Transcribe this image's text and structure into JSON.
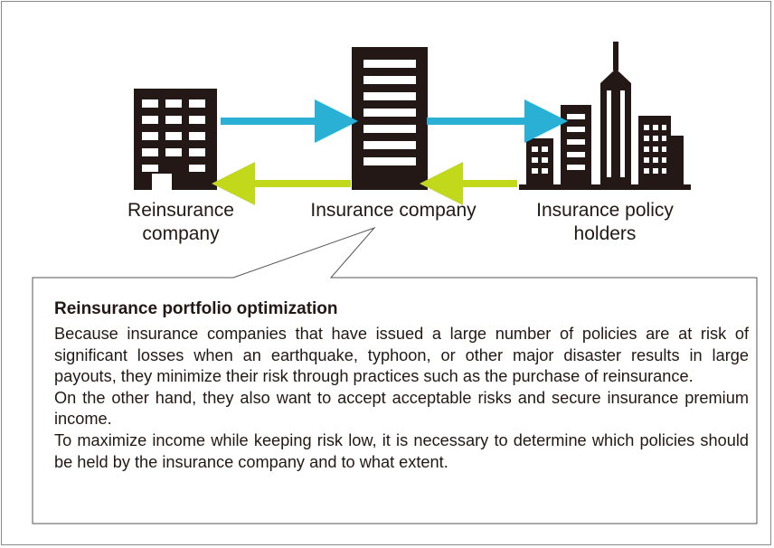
{
  "labels": {
    "reinsurer": [
      "Reinsurance",
      "company"
    ],
    "insurer": [
      "Insurance company"
    ],
    "holders": [
      "Insurance policy",
      "holders"
    ]
  },
  "icons": {
    "reinsurer": "office-building-icon",
    "insurer": "tall-office-tower-icon",
    "holders": "city-skyline-icon"
  },
  "arrows": {
    "forward_color": "#2ab0d4",
    "backward_color": "#c2d81a"
  },
  "colors": {
    "building": "#231815",
    "border": "#8a8a8a"
  },
  "callout": {
    "title": "Reinsurance portfolio optimization",
    "paragraphs": [
      "Because insurance companies that have issued a large number of policies are at risk of significant losses when an earthquake, typhoon, or other major disaster results in large payouts, they minimize their risk through practices such as the purchase of reinsurance.",
      "On the other hand, they also want to accept acceptable risks and secure insurance premium income.",
      "To maximize income while keeping risk low, it is necessary to determine which policies should be held by the insurance company and to what extent."
    ]
  }
}
